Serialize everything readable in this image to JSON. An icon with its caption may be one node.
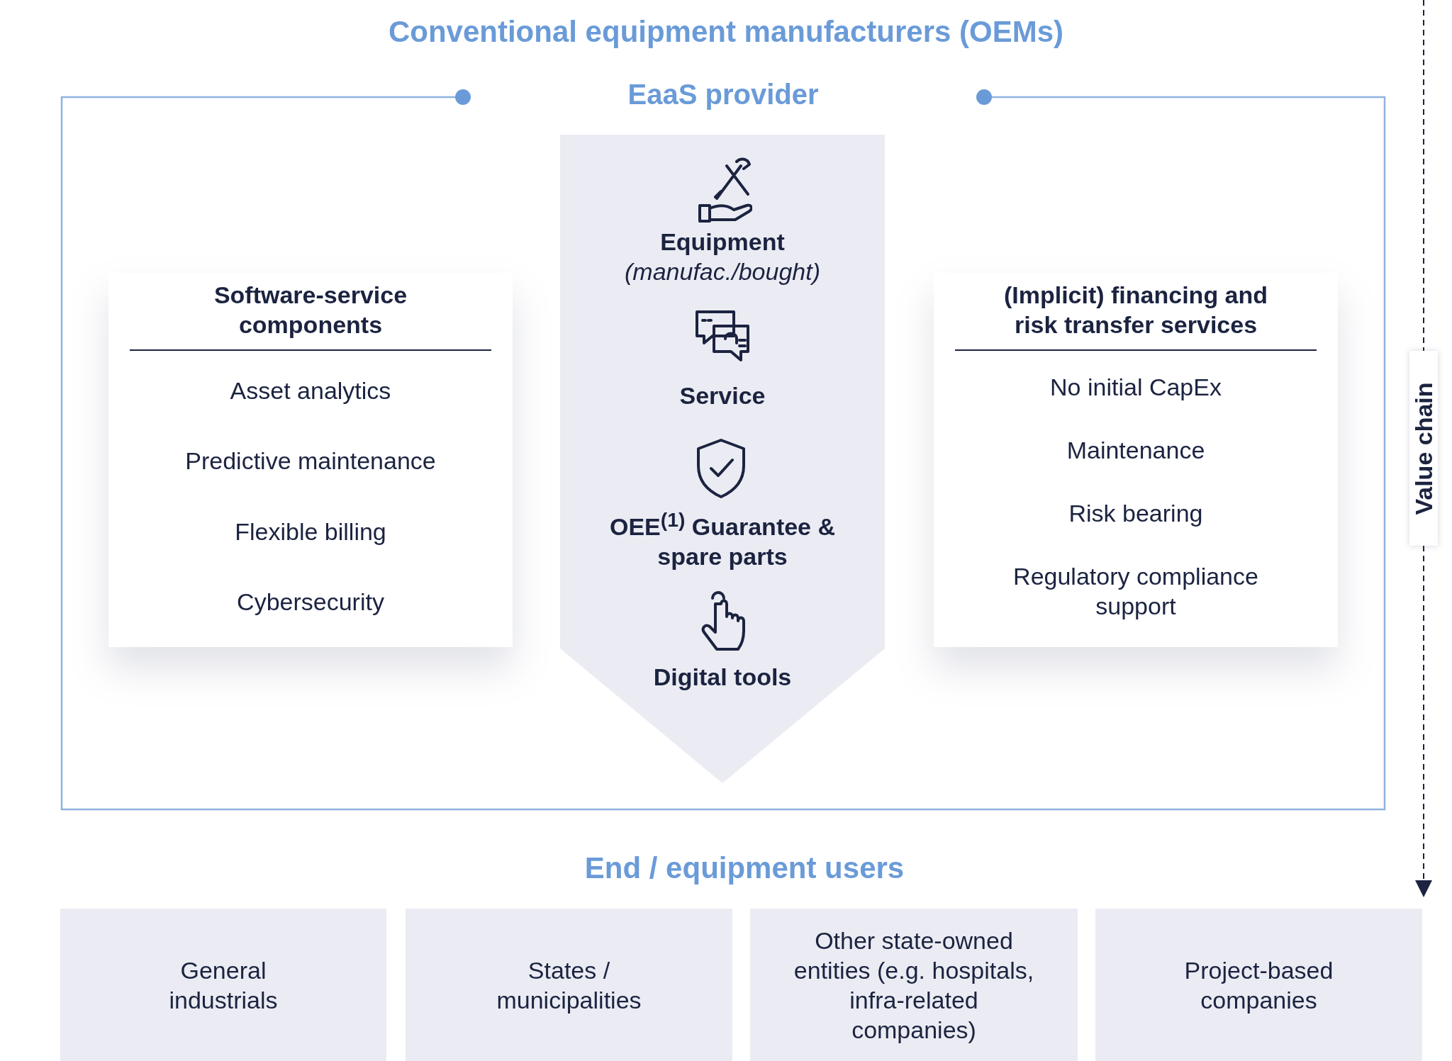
{
  "diagram": {
    "title": "Conventional equipment manufacturers (OEMs)",
    "nodes": [
      {
        "text": [
          "EaaS provider"
        ]
      },
      {
        "text": [
          "Software-service components",
          "Asset analytics",
          "Predictive maintenance",
          "Flexible billing",
          "Cybersecurity"
        ],
        "in": 0
      },
      {
        "text": [
          "Equipment",
          "(manufac./bought)",
          "Service",
          "OEE$^{(1)}$ Guarantee & spare parts",
          "Digital tools"
        ],
        "in": 0
      },
      {
        "text": [
          "(Implicit) financing and risk transfer services",
          "No initial CapEx",
          "Maintenance",
          "Risk bearing",
          "Regulatory compliance support"
        ],
        "in": 0
      },
      {
        "text": [
          "General industrials"
        ]
      },
      {
        "text": [
          "States / municipalities"
        ]
      },
      {
        "text": [
          "Other state-owned entities (e.g. hospitals, infra-related companies)"
        ]
      },
      {
        "text": [
          "Project-based companies"
        ]
      }
    ],
    "edges": [],
    "labels": [
      "End / equipment users",
      "Value chain"
    ]
  }
}
